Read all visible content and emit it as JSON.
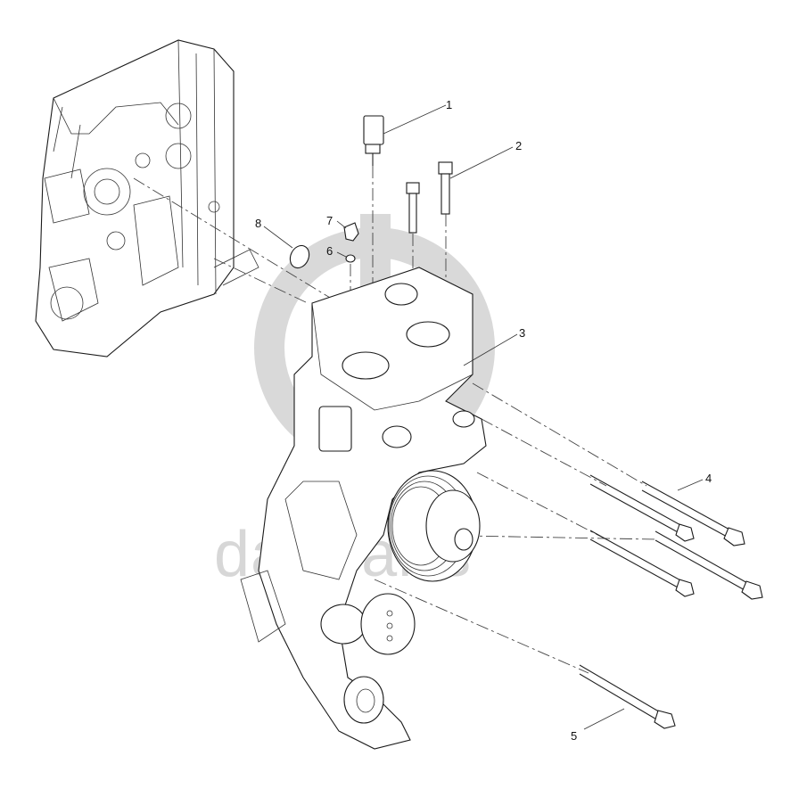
{
  "diagram": {
    "watermark": "dat   parts",
    "callouts": [
      {
        "id": "c1",
        "label": "1"
      },
      {
        "id": "c2",
        "label": "2"
      },
      {
        "id": "c3",
        "label": "3"
      },
      {
        "id": "c4",
        "label": "4"
      },
      {
        "id": "c5",
        "label": "5"
      },
      {
        "id": "c6",
        "label": "6"
      },
      {
        "id": "c7",
        "label": "7"
      },
      {
        "id": "c8",
        "label": "8"
      }
    ]
  }
}
